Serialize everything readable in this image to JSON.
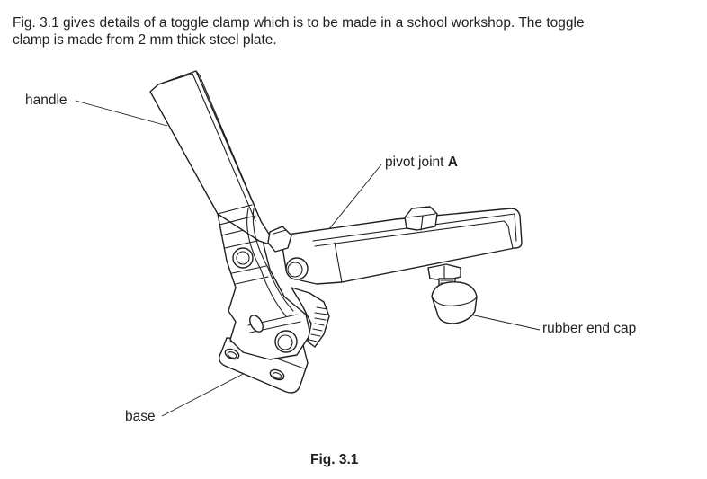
{
  "question": {
    "intro_line_1": "Fig. 3.1 gives details of a toggle clamp which is to be made in a school workshop. The toggle",
    "intro_line_2": "clamp is made from 2 mm thick steel plate."
  },
  "figure": {
    "labels": {
      "handle": "handle",
      "pivot_joint": "pivot joint ",
      "pivot_joint_letter": "A",
      "rubber_end_cap": "rubber end cap",
      "base": "base"
    },
    "caption": "Fig. 3.1",
    "illustration": "toggle-clamp-line-drawing"
  }
}
